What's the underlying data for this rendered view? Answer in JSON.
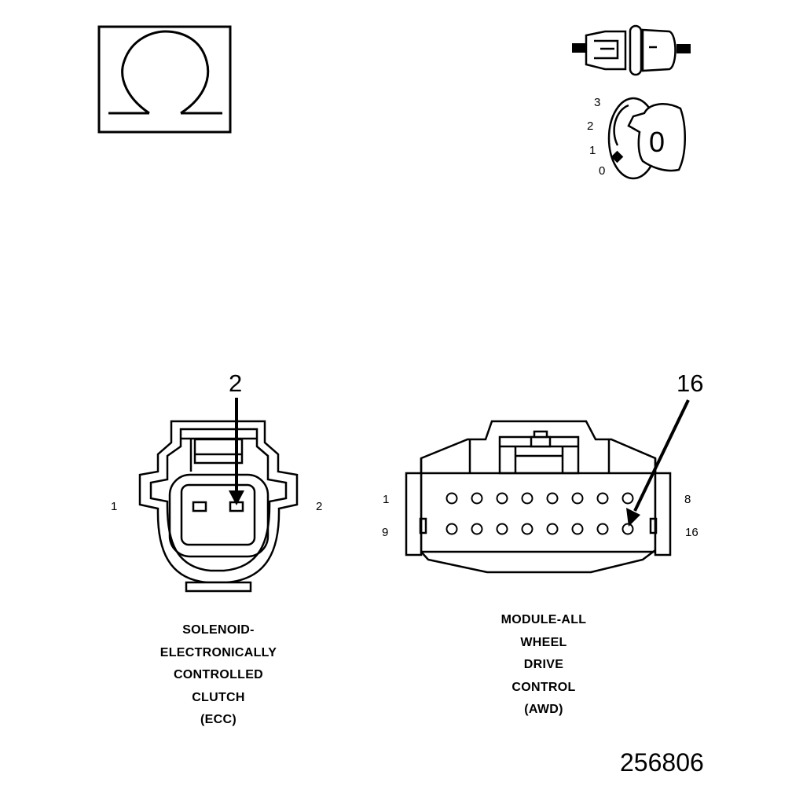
{
  "meter_symbol": {
    "icon": "ohm-icon",
    "symbol": "Ω"
  },
  "ignition": {
    "icon": "ignition-key-icon",
    "positions": [
      "3",
      "2",
      "1",
      "0"
    ],
    "key_label": "0"
  },
  "connectors": [
    {
      "callout": "2",
      "pin_left": "1",
      "pin_right": "2",
      "caption": [
        "SOLENOID-",
        "ELECTRONICALLY",
        "CONTROLLED",
        "CLUTCH",
        "(ECC)"
      ]
    },
    {
      "callout": "16",
      "pin_top_left": "1",
      "pin_top_right": "8",
      "pin_bottom_left": "9",
      "pin_bottom_right": "16",
      "caption": [
        "MODULE-ALL",
        "WHEEL",
        "DRIVE",
        "CONTROL",
        "(AWD)"
      ]
    }
  ],
  "figure_id": "256806"
}
